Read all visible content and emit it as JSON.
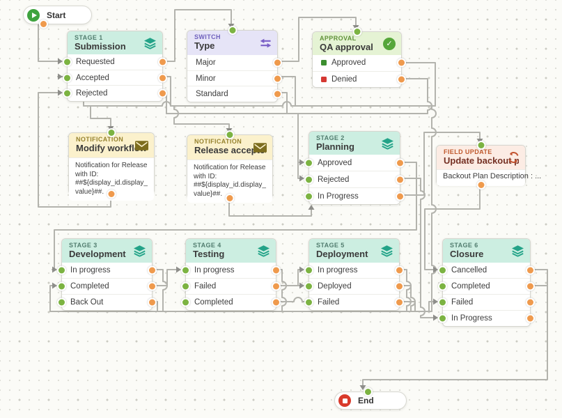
{
  "canvas": {
    "colors": {
      "connector": "#b3b3ad",
      "input_port": "#7cb342",
      "output_port": "#ef9a4d",
      "stage_header": "#cceee1",
      "switch_header": "#e6e4f7",
      "approval_header": "#e5f3d4",
      "notification_header": "#fbf1cc",
      "field_update_header": "#fcece4",
      "approved_swatch": "#3c8e2f",
      "denied_swatch": "#d53832",
      "start_color": "#3fa33f",
      "end_color": "#d93a2b"
    }
  },
  "start": {
    "label": "Start"
  },
  "end": {
    "label": "End"
  },
  "nodes": [
    {
      "kind_label": "STAGE 1",
      "title": "Submission",
      "rows": [
        {
          "label": "Requested"
        },
        {
          "label": "Accepted"
        },
        {
          "label": "Rejected"
        }
      ]
    },
    {
      "kind_label": "SWITCH",
      "title": "Type",
      "rows": [
        {
          "label": "Major"
        },
        {
          "label": "Minor"
        },
        {
          "label": "Standard"
        }
      ]
    },
    {
      "kind_label": "APPROVAL",
      "title": "QA approval",
      "rows": [
        {
          "label": "Approved",
          "swatch": "#3c8e2f"
        },
        {
          "label": "Denied",
          "swatch": "#d53832"
        }
      ]
    },
    {
      "kind_label": "NOTIFICATION",
      "title": "Modify workflow",
      "body": "Notification for Release with ID: ##${display_id.display_value}##."
    },
    {
      "kind_label": "NOTIFICATION",
      "title": "Release accepted",
      "body": "Notification for Release with ID: ##${display_id.display_value}##."
    },
    {
      "kind_label": "STAGE 2",
      "title": "Planning",
      "rows": [
        {
          "label": "Approved"
        },
        {
          "label": "Rejected"
        },
        {
          "label": "In Progress"
        }
      ]
    },
    {
      "kind_label": "FIELD UPDATE",
      "title": "Update backout p...",
      "body": "Backout Plan Description : ..."
    },
    {
      "kind_label": "STAGE 3",
      "title": "Development",
      "rows": [
        {
          "label": "In progress"
        },
        {
          "label": "Completed"
        },
        {
          "label": "Back Out"
        }
      ]
    },
    {
      "kind_label": "STAGE 4",
      "title": "Testing",
      "rows": [
        {
          "label": "In progress"
        },
        {
          "label": "Failed"
        },
        {
          "label": "Completed"
        }
      ]
    },
    {
      "kind_label": "STAGE 5",
      "title": "Deployment",
      "rows": [
        {
          "label": "In progress"
        },
        {
          "label": "Deployed"
        },
        {
          "label": "Failed"
        }
      ]
    },
    {
      "kind_label": "STAGE 6",
      "title": "Closure",
      "rows": [
        {
          "label": "Cancelled"
        },
        {
          "label": "Completed"
        },
        {
          "label": "Failed"
        },
        {
          "label": "In Progress"
        }
      ]
    }
  ]
}
